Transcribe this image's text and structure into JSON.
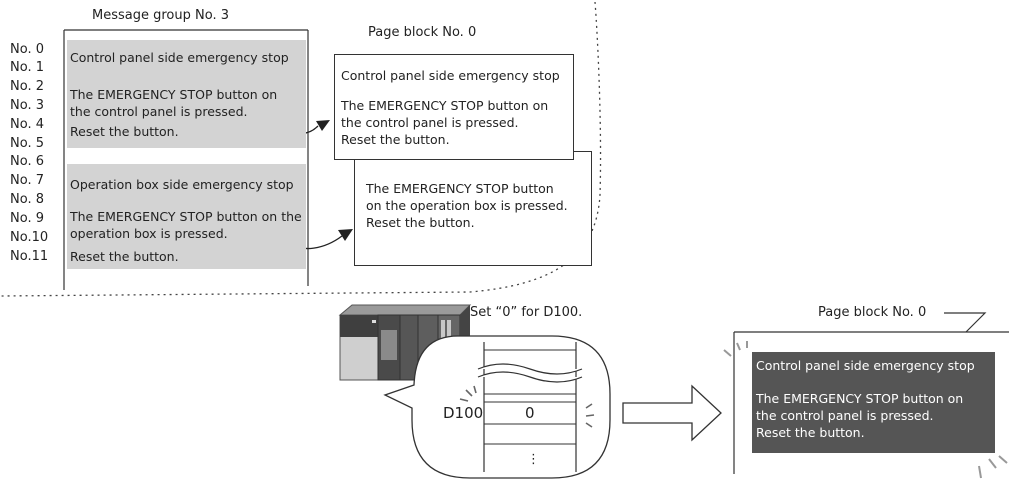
{
  "message_group": {
    "title": "Message group No. 3",
    "row_numbers": [
      "No. 0",
      "No. 1",
      "No. 2",
      "No. 3",
      "No. 4",
      "No. 5",
      "No. 6",
      "No. 7",
      "No. 8",
      "No. 9",
      "No.10",
      "No.11"
    ],
    "block1": {
      "line1": "Control panel side emergency stop",
      "line2": "The EMERGENCY STOP button on",
      "line3": "the control panel is pressed.",
      "line4": "Reset the button."
    },
    "block2": {
      "line1": "Operation box side emergency stop",
      "line2": "The EMERGENCY STOP button on the",
      "line3": "operation box is pressed.",
      "line4": "Reset the button."
    }
  },
  "page_block_top": {
    "title": "Page block No. 0",
    "front": {
      "line1": "Control panel side emergency stop",
      "line2": "The EMERGENCY STOP button on",
      "line3": "the control panel is pressed.",
      "line4": "Reset the button."
    },
    "back": {
      "line1": "The EMERGENCY STOP button",
      "line2": "on the operation box is pressed.",
      "line3": "Reset the button."
    }
  },
  "plc": {
    "note": "Set “0” for D100.",
    "register_label": "D100",
    "register_value": "0",
    "ellipsis": "⋮"
  },
  "display": {
    "title": "Page block No. 0",
    "line1": "Control panel side emergency stop",
    "line2": "The EMERGENCY STOP button on",
    "line3": "the control panel is pressed.",
    "line4": "Reset the button.",
    "screen_color": "#555555"
  }
}
